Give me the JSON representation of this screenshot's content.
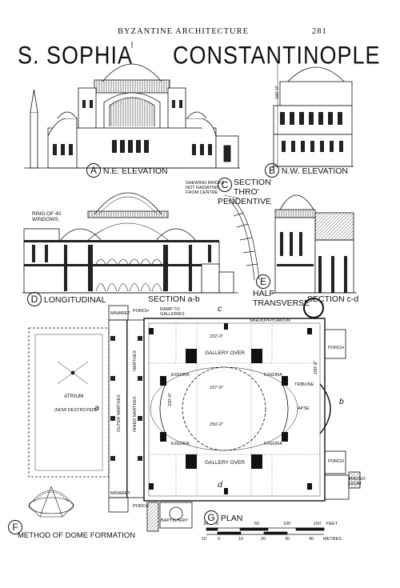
{
  "header": {
    "running_title": "BYZANTINE ARCHITECTURE",
    "page_number": "281"
  },
  "title": {
    "left": "S. SOPHIA",
    "right": "CONSTANTINOPLE"
  },
  "labels": {
    "A": {
      "letter": "A",
      "text": "N.E. ELEVATION"
    },
    "B": {
      "letter": "B",
      "text": "N.W. ELEVATION"
    },
    "C": {
      "letter": "C",
      "text": "SECTION THRO' PENDENTIVE"
    },
    "D": {
      "letter": "D",
      "text": "LONGITUDINAL",
      "suffix": "SECTION a-b"
    },
    "E": {
      "letter": "E",
      "text": "HALF TRANSVERSE",
      "suffix": "SECTION c-d"
    },
    "F": {
      "letter": "F",
      "text": "METHOD OF DOME FORMATION"
    },
    "G": {
      "letter": "G",
      "text": "PLAN"
    }
  },
  "annotations": {
    "ring_windows": "RING OF 40 WINDOWS",
    "bricks_note": "SHEWING BRICKS NOT RADIATING FROM CENTRE",
    "height_b": "180'-0\"",
    "ramp": "RAMP TO GALLERIES",
    "skeuophylakion": "SKEUOPHYLAKION",
    "minaret_top": "MINARET",
    "minaret_bottom": "MINARET",
    "porch_top_left": "PORCH",
    "porch_bottom_left": "PORCH",
    "porch_right_top": "PORCH",
    "porch_right_bottom": "PORCH",
    "gallery_top": "GALLERY OVER",
    "gallery_bottom": "GALLERY OVER",
    "dim_232": "232'-0\"",
    "dim_107": "107'-0\"",
    "dim_220": "220'-0\"",
    "dim_250": "250'-0\"",
    "dim_100": "100'-0\"",
    "exedra_1": "EXEDRA",
    "exedra_2": "EXEDRA",
    "exedra_3": "EXEDRA",
    "exedra_4": "EXEDRA",
    "tribune": "TRIBUNE",
    "apse": "APSE",
    "atrium": "ATRIUM",
    "now_destroyed": "(NOW DESTROYED)",
    "outer_narthex": "OUTER NARTHEX",
    "inner_narthex": "INNER NARTHEX",
    "narthex": "NARTHEX",
    "baptistery": "BAPTISTERY",
    "mausoleum": "MAUSO-LEUM",
    "point_a": "a",
    "point_b": "b",
    "point_c": "c",
    "point_d": "d"
  },
  "scale": {
    "feet_ticks": [
      "10",
      "0",
      "50",
      "100",
      "150"
    ],
    "feet_unit": "FEET",
    "metre_ticks": [
      "10",
      "0",
      "10",
      "20",
      "30",
      "40"
    ],
    "metre_unit": "METRES"
  }
}
